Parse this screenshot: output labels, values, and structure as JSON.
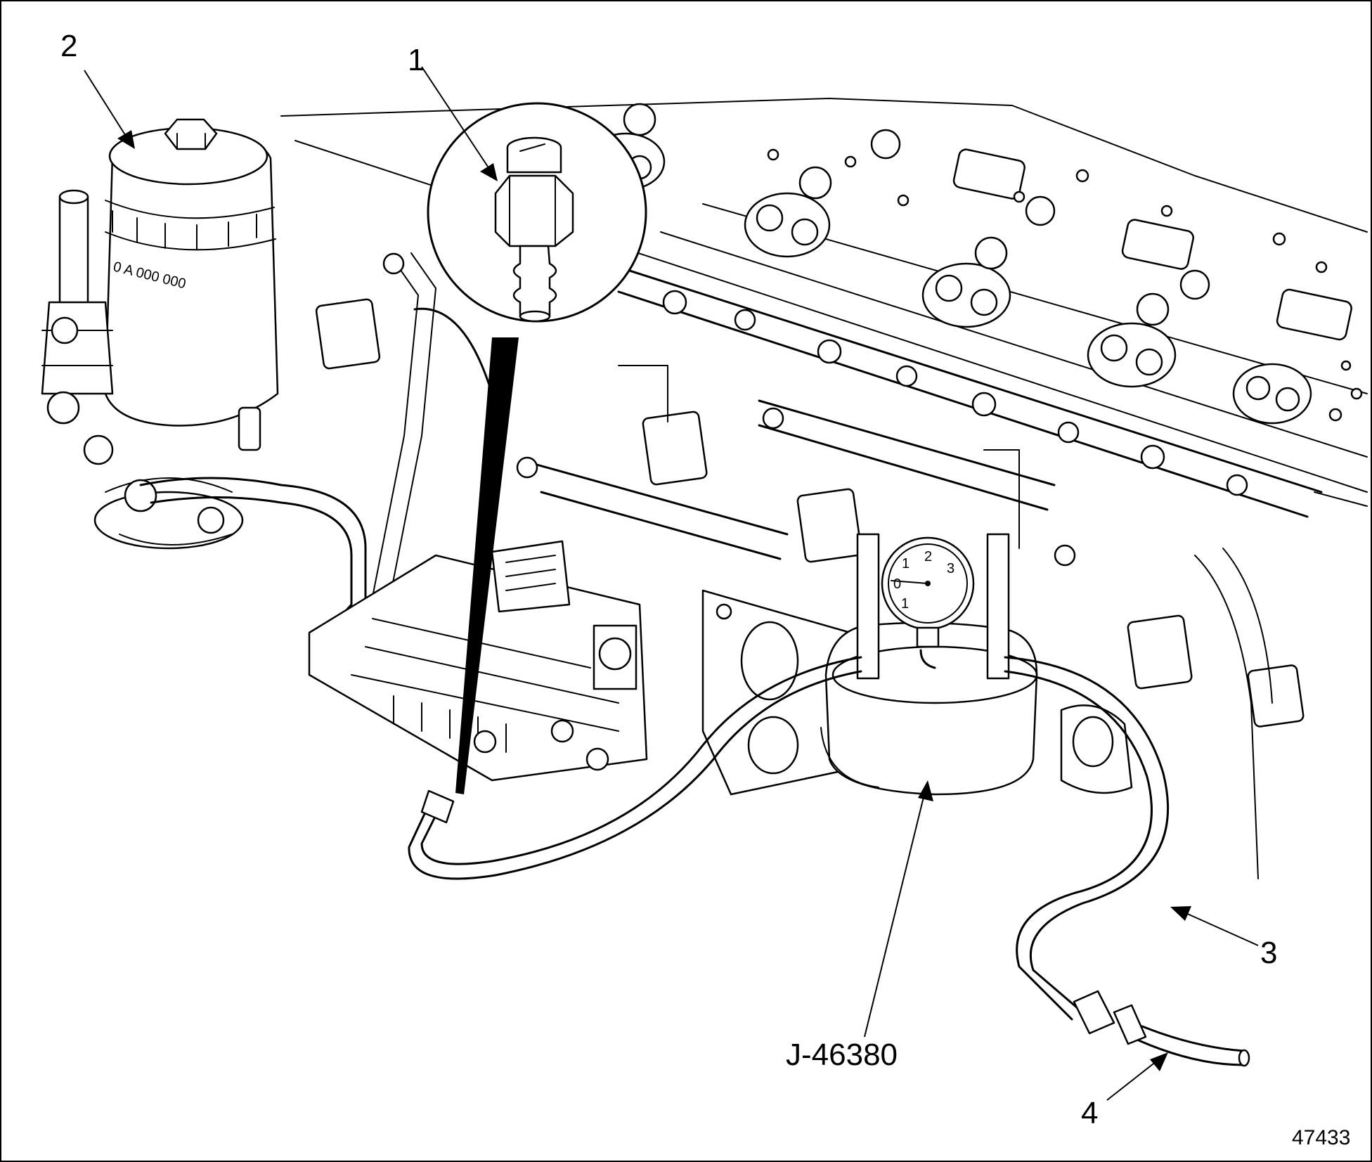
{
  "callouts": {
    "c1": "1",
    "c2": "2",
    "c3": "3",
    "c4": "4",
    "tool": "J-46380"
  },
  "gauge_ticks": {
    "t0": "0",
    "t1a": "1",
    "t2": "2",
    "t3": "3",
    "t1b": "1"
  },
  "figure_number": "47433"
}
